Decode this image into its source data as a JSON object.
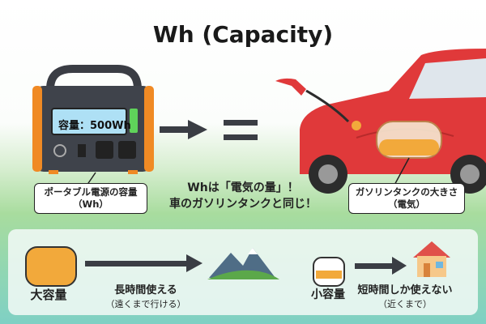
{
  "title": "Wh (Capacity)",
  "power_station": {
    "screen": "容量：500Wh"
  },
  "callout_left": {
    "line1": "ポータブル電源の容量",
    "line2": "（Wh）"
  },
  "callout_right": {
    "line1": "ガソリンタンクの大きさ",
    "line2": "（電気）"
  },
  "center": {
    "line1": "Whは「電気の量」！",
    "line2": "車のガソリンタンクと同じ！"
  },
  "bottom": {
    "large": {
      "label": "大容量",
      "desc1": "長時間使える",
      "desc2": "（遠くまで行ける）"
    },
    "small": {
      "label": "小容量",
      "desc1": "短時間しか使えない",
      "desc2": "（近くまで）"
    }
  },
  "colors": {
    "car": "#e0393a",
    "fuel": "#f2a93b",
    "accent": "#f08a24"
  }
}
